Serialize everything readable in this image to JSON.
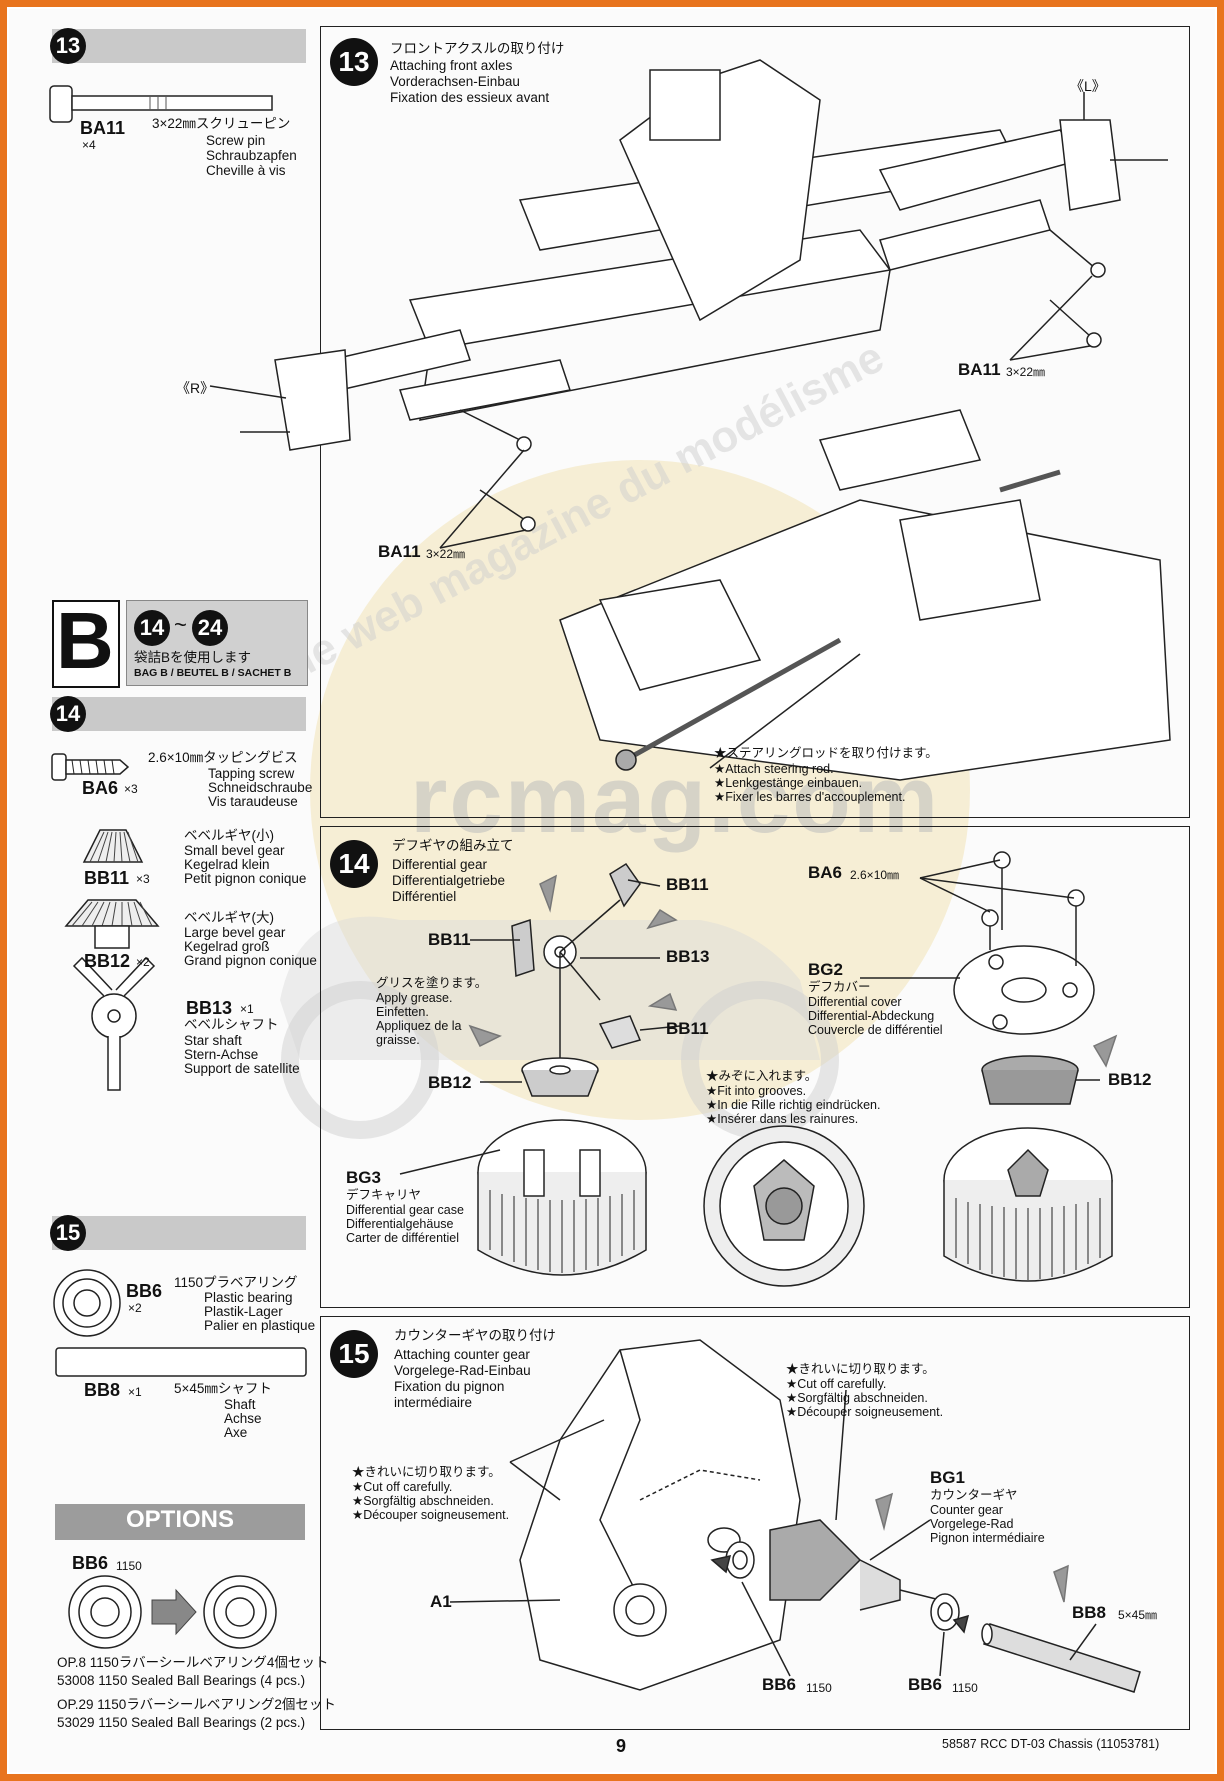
{
  "sidebar": {
    "step13_num": "13",
    "ba11": {
      "code": "BA11",
      "qty": "×4",
      "name_jp": "3×22㎜スクリューピン",
      "name_en": "Screw pin",
      "name_de": "Schraubzapfen",
      "name_fr": "Cheville à vis"
    },
    "bag": {
      "letter": "B",
      "range_a": "14",
      "tilde": "~",
      "range_b": "24",
      "jp": "袋詰Bを使用します",
      "en": "BAG B / BEUTEL B / SACHET B"
    },
    "step14_num": "14",
    "ba6": {
      "code": "BA6",
      "qty": "×3",
      "name_jp": "2.6×10㎜タッピングビス",
      "name_en": "Tapping screw",
      "name_de": "Schneidschraube",
      "name_fr": "Vis taraudeuse"
    },
    "bb11": {
      "code": "BB11",
      "qty": "×3",
      "name_jp": "ベベルギヤ(小)",
      "name_en": "Small bevel gear",
      "name_de": "Kegelrad klein",
      "name_fr": "Petit pignon conique"
    },
    "bb12": {
      "code": "BB12",
      "qty": "×2",
      "name_jp": "ベベルギヤ(大)",
      "name_en": "Large bevel gear",
      "name_de": "Kegelrad groß",
      "name_fr": "Grand pignon conique"
    },
    "bb13": {
      "code": "BB13",
      "qty": "×1",
      "name_jp": "ベベルシャフト",
      "name_en": "Star shaft",
      "name_de": "Stern-Achse",
      "name_fr": "Support de satellite"
    },
    "step15_num": "15",
    "bb6": {
      "code": "BB6",
      "qty": "×2",
      "name_jp": "1150プラベアリング",
      "name_en": "Plastic bearing",
      "name_de": "Plastik-Lager",
      "name_fr": "Palier en plastique"
    },
    "bb8": {
      "code": "BB8",
      "qty": "×1",
      "name_jp": "5×45㎜シャフト",
      "name_en": "Shaft",
      "name_de": "Achse",
      "name_fr": "Axe"
    },
    "options": {
      "title": "OPTIONS",
      "bb6_label": "BB6",
      "bb6_size": "1150",
      "op8_jp": "OP.8 1150ラバーシールベアリング4個セット",
      "op8_en": "53008 1150 Sealed Ball Bearings (4 pcs.)",
      "op29_jp": "OP.29 1150ラバーシールベアリング2個セット",
      "op29_en": "53029 1150 Sealed Ball Bearings (2 pcs.)"
    }
  },
  "panel13": {
    "num": "13",
    "title_jp": "フロントアクスルの取り付け",
    "title_en": "Attaching front axles",
    "title_de": "Vorderachsen-Einbau",
    "title_fr": "Fixation des essieux avant",
    "left_tag": "《R》",
    "right_tag": "《L》",
    "ba11_right": "BA11",
    "ba11_right_size": "3×22㎜",
    "ba11_left": "BA11",
    "ba11_left_size": "3×22㎜",
    "note_jp": "★ステアリングロッドを取り付けます。",
    "note_en": "★Attach steering rod.",
    "note_de": "★Lenkgestänge einbauen.",
    "note_fr": "★Fixer les barres d'accouplement."
  },
  "panel14": {
    "num": "14",
    "title_jp": "デフギヤの組み立て",
    "title_en": "Differential gear",
    "title_de": "Differentialgetriebe",
    "title_fr": "Différentiel",
    "bb11_a": "BB11",
    "bb11_b": "BB11",
    "bb11_c": "BB11",
    "bb13": "BB13",
    "grease_jp": "グリスを塗ります。",
    "grease_en": "Apply grease.",
    "grease_de": "Einfetten.",
    "grease_fr": "Appliquez de la",
    "grease_fr2": "graisse.",
    "bb12_left": "BB12",
    "bg3": "BG3",
    "bg3_jp": "デフキャリヤ",
    "bg3_en": "Differential gear case",
    "bg3_de": "Differentialgehäuse",
    "bg3_fr": "Carter de différentiel",
    "groove_jp": "★みぞに入れます。",
    "groove_en": "★Fit into grooves.",
    "groove_de": "★In die Rille richtig eindrücken.",
    "groove_fr": "★Insérer dans les rainures.",
    "ba6": "BA6",
    "ba6_size": "2.6×10㎜",
    "bg2": "BG2",
    "bg2_jp": "デフカバー",
    "bg2_en": "Differential cover",
    "bg2_de": "Differential-Abdeckung",
    "bg2_fr": "Couvercle de différentiel",
    "bb12_right": "BB12"
  },
  "panel15": {
    "num": "15",
    "title_jp": "カウンターギヤの取り付け",
    "title_en": "Attaching counter gear",
    "title_de": "Vorgelege-Rad-Einbau",
    "title_fr": "Fixation du pignon",
    "title_fr2": "intermédiaire",
    "cut_right_jp": "★きれいに切り取ります。",
    "cut_right_en": "★Cut off carefully.",
    "cut_right_de": "★Sorgfältig abschneiden.",
    "cut_right_fr": "★Découper soigneusement.",
    "cut_left_jp": "★きれいに切り取ります。",
    "cut_left_en": "★Cut off carefully.",
    "cut_left_de": "★Sorgfältig abschneiden.",
    "cut_left_fr": "★Découper soigneusement.",
    "bg1": "BG1",
    "bg1_jp": "カウンターギヤ",
    "bg1_en": "Counter gear",
    "bg1_de": "Vorgelege-Rad",
    "bg1_fr": "Pignon intermédiaire",
    "a1": "A1",
    "bb8": "BB8",
    "bb8_size": "5×45㎜",
    "bb6_a": "BB6",
    "bb6_a_size": "1150",
    "bb6_b": "BB6",
    "bb6_b_size": "1150"
  },
  "footer": {
    "page": "9",
    "product": "58587 RCC DT-03 Chassis (11053781)"
  },
  "watermark": {
    "text": "rcmag.com",
    "arc": "le web magazine du modélisme"
  }
}
